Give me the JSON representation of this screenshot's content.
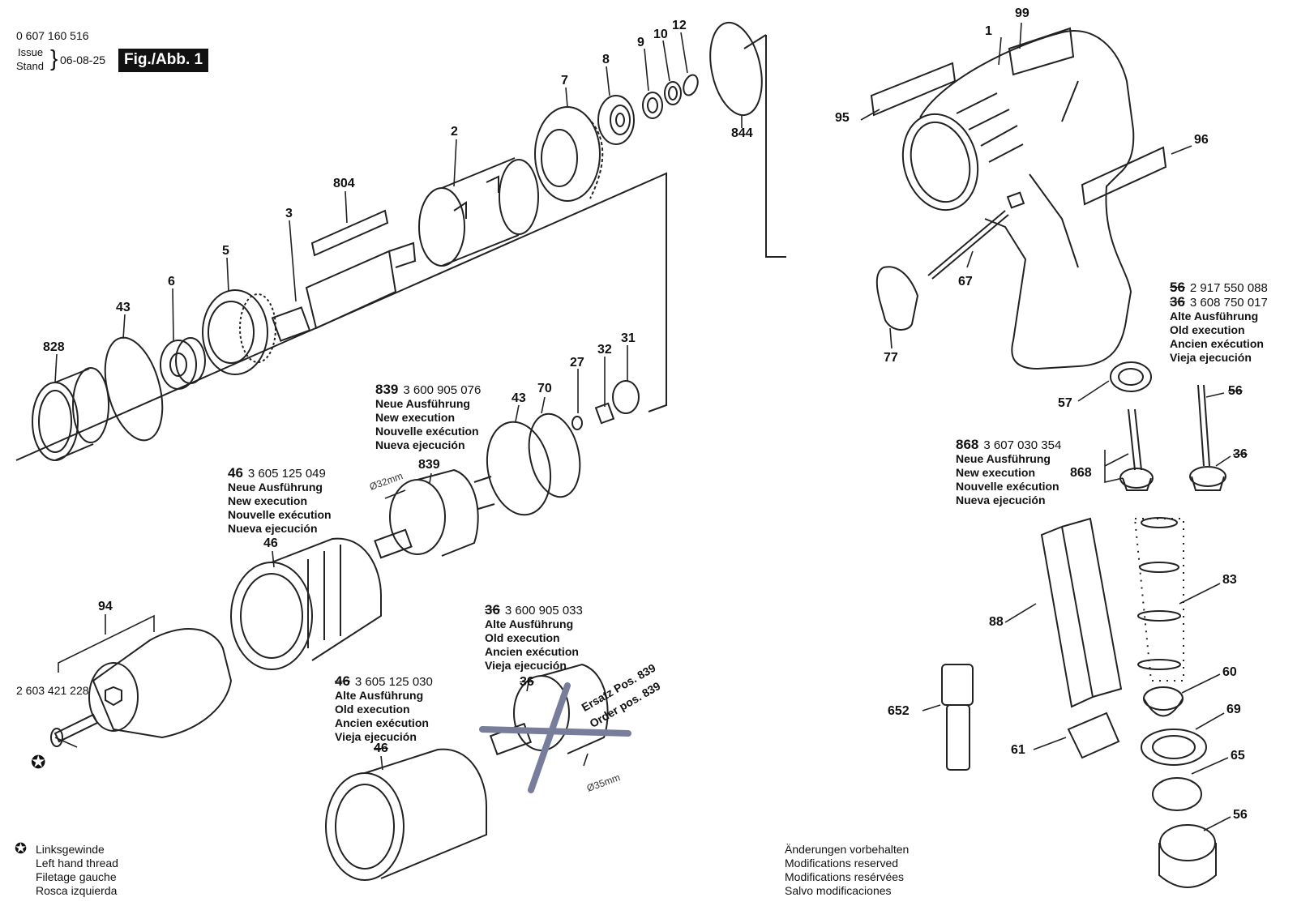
{
  "header": {
    "doc_number": "0 607 160 516",
    "issue_label": "Issue",
    "stand_label": "Stand",
    "date": "06-08-25",
    "figure": "Fig./Abb. 1"
  },
  "callouts": [
    {
      "id": "c99",
      "label": "99"
    },
    {
      "id": "c1",
      "label": "1"
    },
    {
      "id": "c95",
      "label": "95"
    },
    {
      "id": "c96",
      "label": "96"
    },
    {
      "id": "c67",
      "label": "67"
    },
    {
      "id": "c77",
      "label": "77"
    },
    {
      "id": "c12",
      "label": "12"
    },
    {
      "id": "c10",
      "label": "10"
    },
    {
      "id": "c9",
      "label": "9"
    },
    {
      "id": "c8",
      "label": "8"
    },
    {
      "id": "c7",
      "label": "7"
    },
    {
      "id": "c2",
      "label": "2"
    },
    {
      "id": "c844",
      "label": "844"
    },
    {
      "id": "c804",
      "label": "804"
    },
    {
      "id": "c3",
      "label": "3"
    },
    {
      "id": "c5",
      "label": "5"
    },
    {
      "id": "c6",
      "label": "6"
    },
    {
      "id": "c43a",
      "label": "43"
    },
    {
      "id": "c828",
      "label": "828"
    },
    {
      "id": "c31",
      "label": "31"
    },
    {
      "id": "c32",
      "label": "32"
    },
    {
      "id": "c27",
      "label": "27"
    },
    {
      "id": "c70",
      "label": "70"
    },
    {
      "id": "c43b",
      "label": "43"
    },
    {
      "id": "c839",
      "label": "839"
    },
    {
      "id": "c46",
      "label": "46"
    },
    {
      "id": "c94",
      "label": "94"
    },
    {
      "id": "c57",
      "label": "57"
    },
    {
      "id": "c56s",
      "label": "56"
    },
    {
      "id": "c36s",
      "label": "36"
    },
    {
      "id": "c868",
      "label": "868"
    },
    {
      "id": "c83",
      "label": "83"
    },
    {
      "id": "c88",
      "label": "88"
    },
    {
      "id": "c60",
      "label": "60"
    },
    {
      "id": "c69",
      "label": "69"
    },
    {
      "id": "c65",
      "label": "65"
    },
    {
      "id": "c56",
      "label": "56"
    },
    {
      "id": "c652",
      "label": "652"
    },
    {
      "id": "c61",
      "label": "61"
    },
    {
      "id": "c36old",
      "label": "36"
    },
    {
      "id": "c46old",
      "label": "46"
    }
  ],
  "dimensions": {
    "d32": "Ø32mm",
    "d35": "Ø35mm"
  },
  "screw_part": "2 603 421 228",
  "replacement_note": {
    "line1": "Ersatz Pos. 839",
    "line2": "Order pos. 839"
  },
  "blocks": {
    "b839": {
      "num": "839",
      "part": "3 600 905 076",
      "lines": [
        "Neue Ausführung",
        "New execution",
        "Nouvelle exécution",
        "Nueva ejecución"
      ]
    },
    "b46new": {
      "num": "46",
      "part": "3 605 125 049",
      "lines": [
        "Neue Ausführung",
        "New execution",
        "Nouvelle exécution",
        "Nueva ejecución"
      ]
    },
    "b36old": {
      "num": "36",
      "part": "3 600 905 033",
      "lines": [
        "Alte Ausführung",
        "Old execution",
        "Ancien exécution",
        "Vieja ejecución"
      ]
    },
    "b46old": {
      "num": "46",
      "part": "3 605 125 030",
      "lines": [
        "Alte Ausführung",
        "Old execution",
        "Ancien exécution",
        "Vieja ejecución"
      ]
    },
    "b868": {
      "num": "868",
      "part": "3 607 030 354",
      "lines": [
        "Neue Ausführung",
        "New execution",
        "Nouvelle exécution",
        "Nueva ejecución"
      ]
    },
    "b5636": {
      "num1": "56",
      "part1": "2 917 550 088",
      "num2": "36",
      "part2": "3 608 750 017",
      "lines": [
        "Alte Ausführung",
        "Old execution",
        "Ancien exécution",
        "Vieja ejecución"
      ]
    }
  },
  "legend_left": [
    "Linksgewinde",
    "Left hand thread",
    "Filetage gauche",
    "Rosca izquierda"
  ],
  "legend_right": [
    "Änderungen vorbehalten",
    "Modifications reserved",
    "Modifications resérvées",
    "Salvo modificaciones"
  ]
}
